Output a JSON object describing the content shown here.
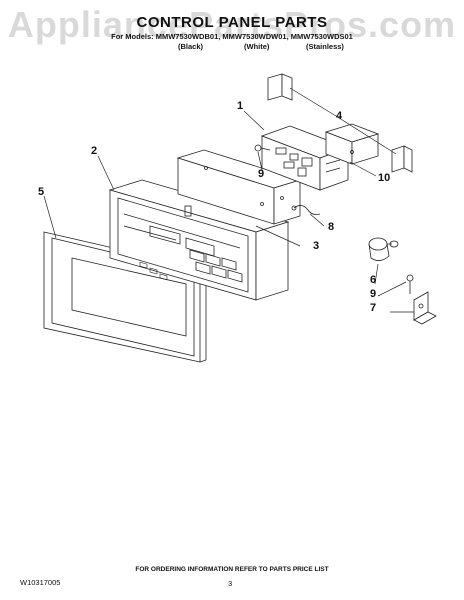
{
  "watermark": "AppliancePartsPros.com",
  "title": "CONTROL PANEL PARTS",
  "models_line": "For Models: MMW7530WDB01, MMW7530WDW01, MMW7530WDS01",
  "finishes": [
    "(Black)",
    "(White)",
    "(Stainless)"
  ],
  "callouts": [
    "1",
    "2",
    "3",
    "4",
    "5",
    "6",
    "7",
    "8",
    "9",
    "9",
    "10"
  ],
  "footer": {
    "doc_number": "W10317005",
    "ordering_info": "FOR ORDERING INFORMATION REFER TO PARTS PRICE LIST",
    "page_number": "3"
  }
}
